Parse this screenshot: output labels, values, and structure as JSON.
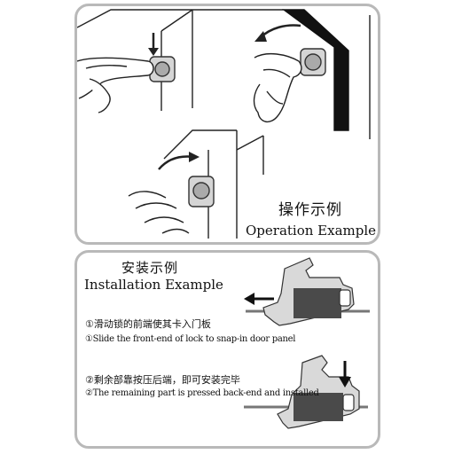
{
  "operation": {
    "title_cn": "操作示例",
    "title_en": "Operation Example"
  },
  "installation": {
    "title_cn": "安装示例",
    "title_en": "Installation Example",
    "steps": [
      {
        "marker": "①",
        "cn": "滑动锁的前端使其卡入门板",
        "en": "Slide the front-end of lock to snap-in door panel"
      },
      {
        "marker": "②",
        "cn": "剩余部靠按压后端，即可安装完毕",
        "en": "The remaining part is pressed back-end and installed"
      }
    ]
  }
}
